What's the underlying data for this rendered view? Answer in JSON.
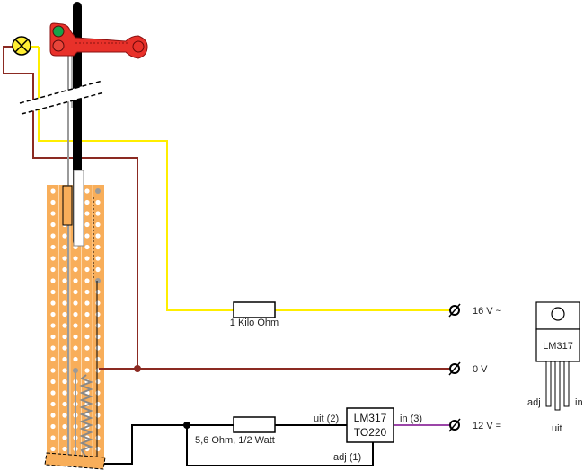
{
  "title": "LM317 constant-current lamp circuit for signal on stripboard",
  "colors": {
    "wire_16v": "#ffee00",
    "wire_0v": "#8b2a22",
    "wire_12v": "#9b45a8",
    "wire_black": "#000000",
    "stripboard": "#f8ae5a",
    "signal_red": "#e8312a",
    "signal_green": "#17a34a",
    "lamp": "#ffee33",
    "gray_wire": "#9a9a9a"
  },
  "components": {
    "resistor_lamp": {
      "label": "1 Kilo Ohm"
    },
    "resistor_current": {
      "label": "5,6 Ohm, 1/2 Watt"
    },
    "regulator": {
      "line1": "LM317",
      "line2": "TO220",
      "pin_out": "uit (2)",
      "pin_in": "in (3)",
      "pin_adj": "adj (1)"
    },
    "package": {
      "label": "LM317",
      "pin_left": "adj",
      "pin_middle": "uit",
      "pin_right": "in"
    }
  },
  "terminals": [
    {
      "id": "t16v",
      "symbol": "Ø",
      "label": "16 V ~"
    },
    {
      "id": "t0v",
      "symbol": "Ø",
      "label": "0 V"
    },
    {
      "id": "t12v",
      "symbol": "Ø",
      "label": "12 V ="
    }
  ]
}
